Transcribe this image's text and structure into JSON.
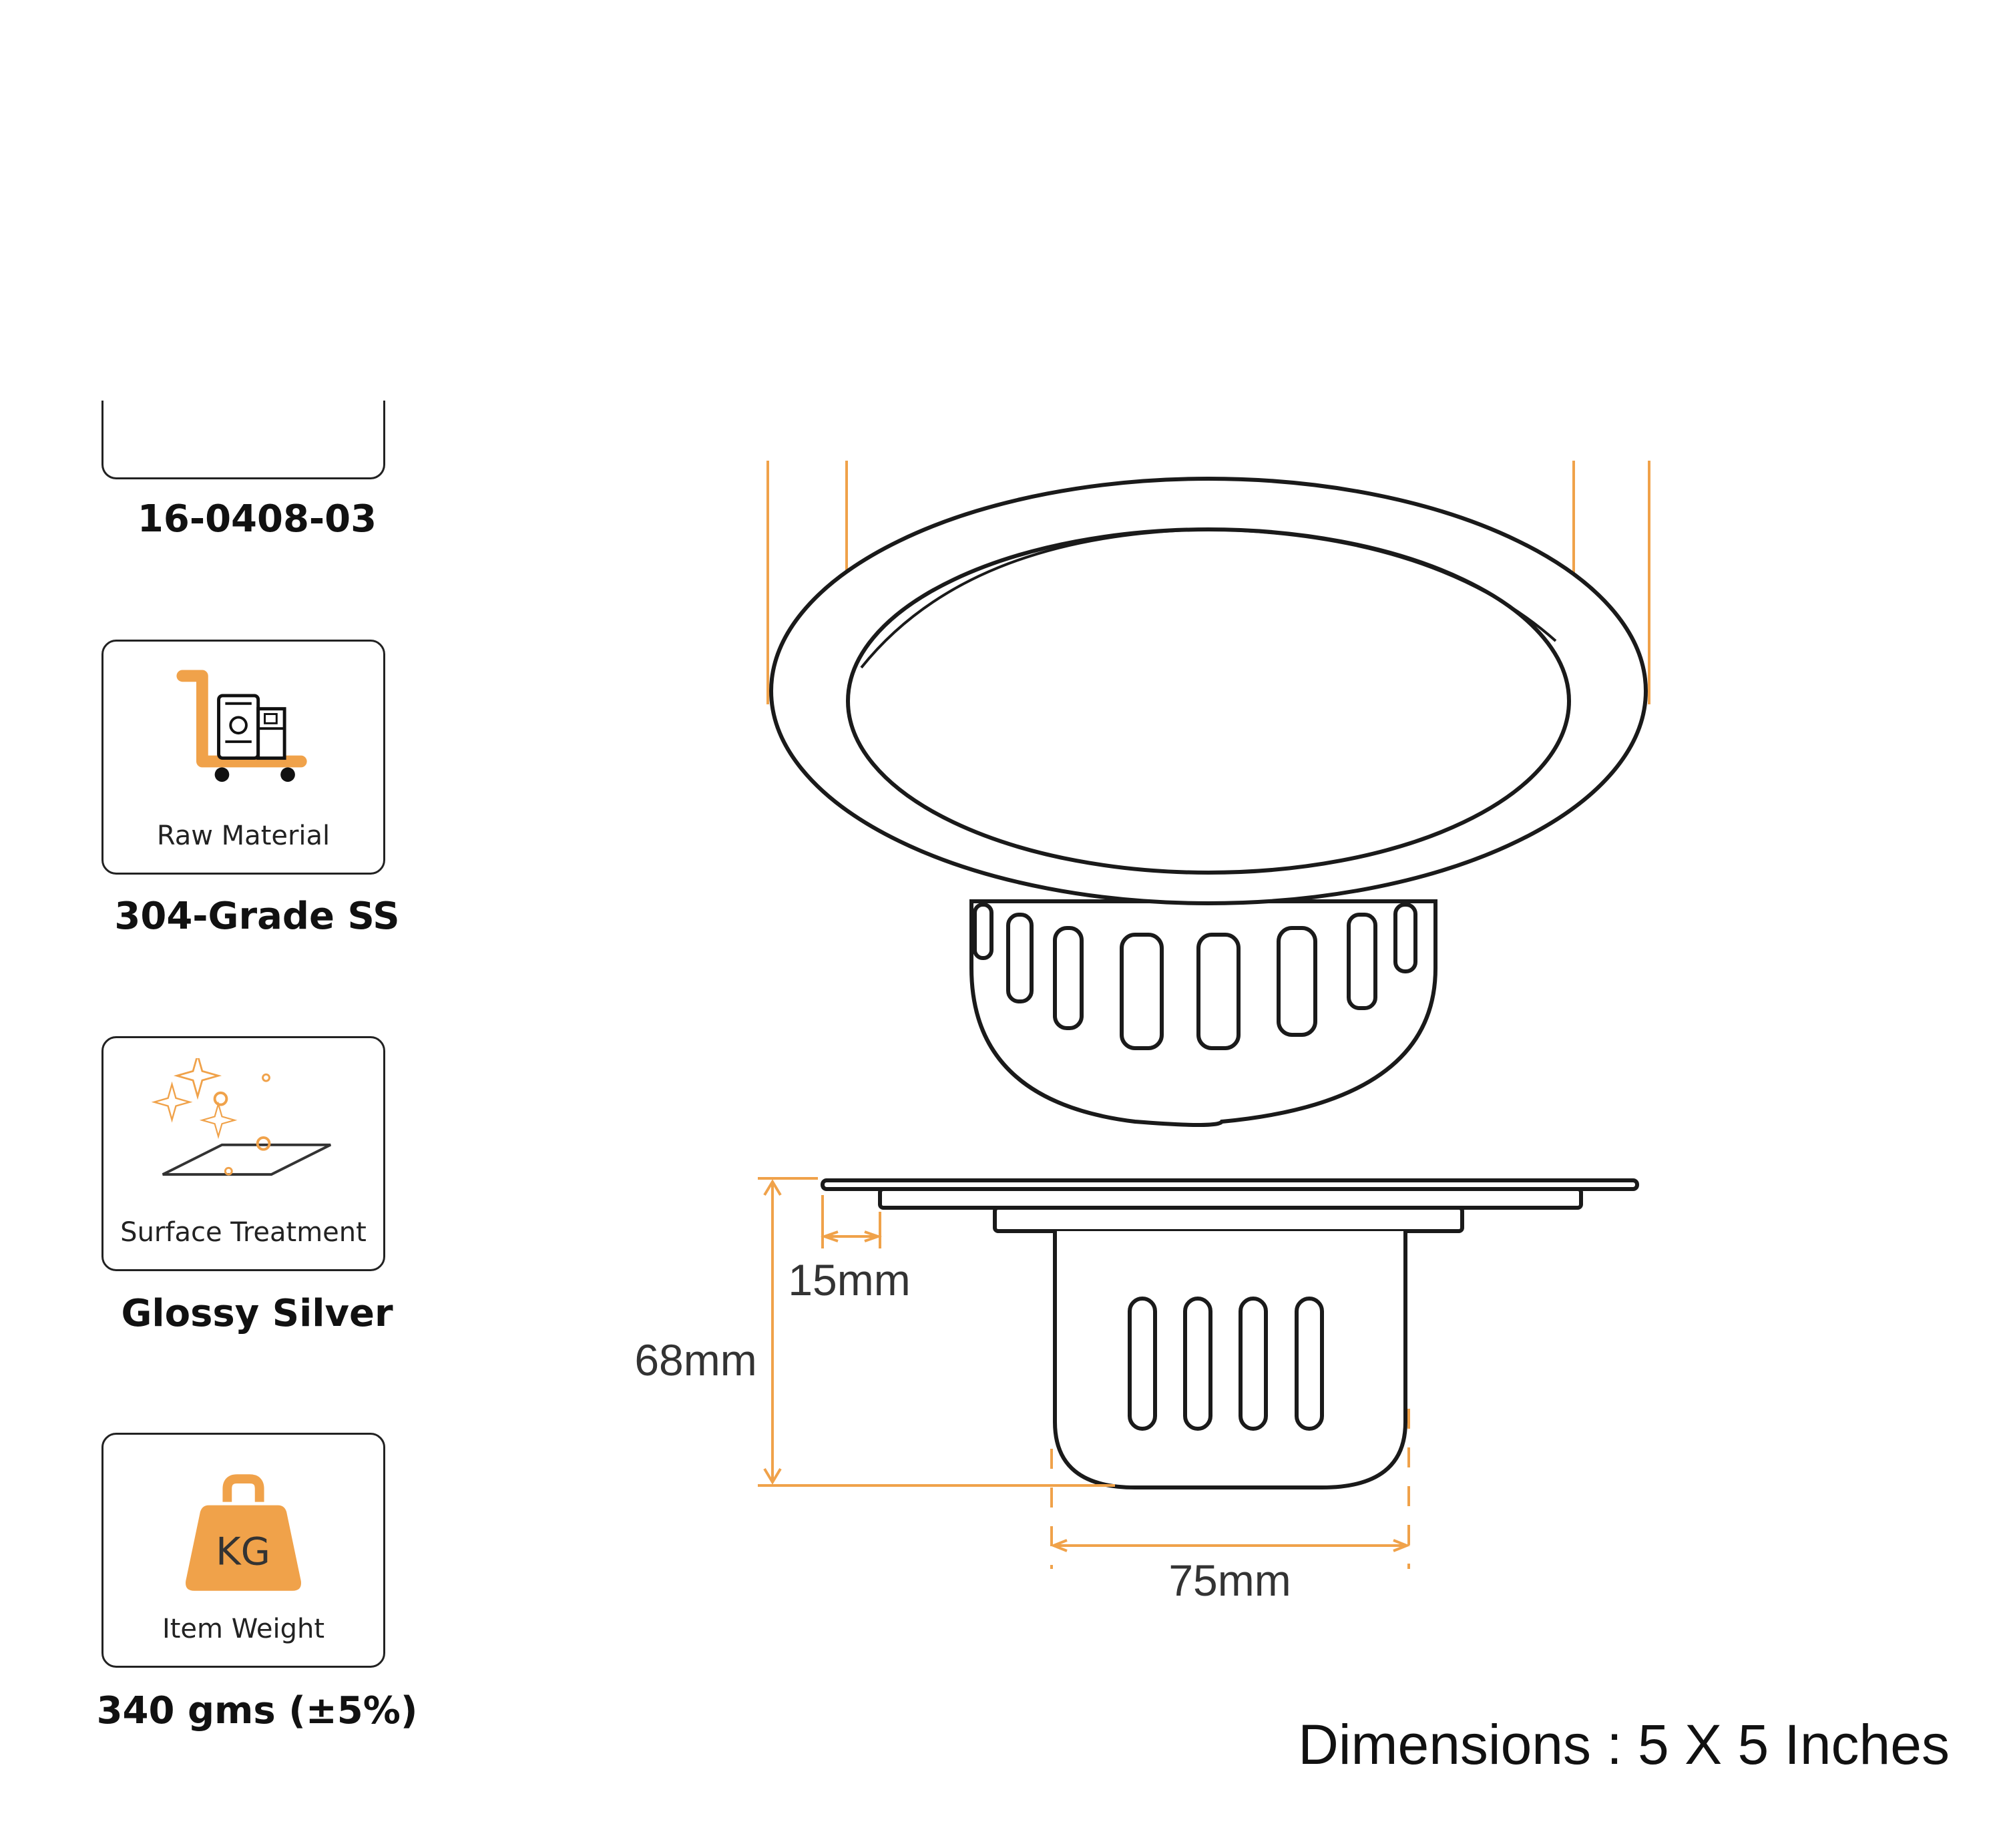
{
  "specs": {
    "model": {
      "value": "16-0408-03"
    },
    "material": {
      "label": "Raw Material",
      "value": "304-Grade SS",
      "icon": "cart-icon"
    },
    "surface": {
      "label": "Surface Treatment",
      "value": "Glossy Silver",
      "icon": "sparkle-icon"
    },
    "weight": {
      "label": "Item Weight",
      "value": "340 gms (±5%)",
      "icon": "weight-icon",
      "icon_text": "KG"
    }
  },
  "diagram": {
    "dim_rim": "15mm",
    "dim_height": "68mm",
    "dim_body_width": "75mm"
  },
  "footer": {
    "dimensions": "Dimensions : 5 X 5 Inches"
  },
  "colors": {
    "accent": "#F0A24A",
    "line": "#1a1a1a"
  }
}
